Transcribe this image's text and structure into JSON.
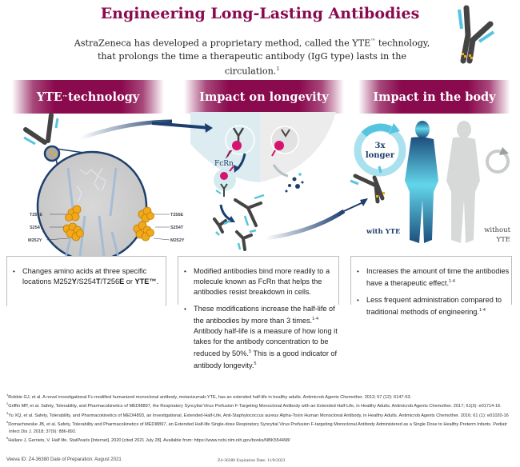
{
  "header": {
    "title": "Engineering Long-Lasting Antibodies",
    "subtitle_line1_pre": "AstraZeneca has developed a proprietary method, called the YTE",
    "subtitle_tm": "™",
    "subtitle_line1_post": " technology,",
    "subtitle_line2": "that prolongs the time a therapeutic antibody (IgG type) lasts in the circulation.",
    "subtitle_ref": "1"
  },
  "sections": [
    {
      "title": "YTE",
      "title_tm": "™",
      "title_post": " technology"
    },
    {
      "title": "Impact on longevity"
    },
    {
      "title": "Impact in the body"
    }
  ],
  "illustration": {
    "mutations": [
      "T256E",
      "S254T",
      "M252Y"
    ],
    "fcrn_label": "FcRn",
    "longer_line1": "3x",
    "longer_line2": "longer",
    "with_label": "with YTE",
    "without_label_line1": "without",
    "without_label_line2": "YTE"
  },
  "colors": {
    "brand_magenta": "#8a0a4e",
    "navy": "#1d3f6e",
    "cyan": "#4fc3dc",
    "gold": "#f0a818",
    "grey_figure": "#d7d9d9",
    "fcrn_pink": "#d6136e"
  },
  "panels": [
    {
      "bullets": [
        {
          "text": "Changes amino acids at three specific locations M252",
          "b1": "Y",
          "t2": "/S254",
          "b2": "T",
          "t3": "/T256",
          "b3": "E",
          "t4": " or ",
          "b4": "YTE™",
          "t5": "."
        }
      ]
    },
    {
      "bullets": [
        {
          "text": "Modified antibodies bind more readily to a molecule known as FcRn that helps the antibodies resist breakdown in cells."
        },
        {
          "text": "These modifications increase the half-life of the antibodies by more than 3 times.",
          "ref1": "1-4",
          "text2": " Antibody half-life is a measure of how long it takes for the antibody concentration to be reduced by 50%.",
          "ref2": "5",
          "text3": " This is a good indicator of antibody longevity.",
          "ref3": "5"
        }
      ]
    },
    {
      "bullets": [
        {
          "text": "Increases the amount of time the antibodies have a therapeutic effect.",
          "ref": "1-4"
        },
        {
          "text": "Less frequent administration compared to traditional methods of engineering.",
          "ref": "1-4"
        }
      ]
    }
  ],
  "references": [
    {
      "num": "1",
      "text": "Robbie GJ, et al. A novel investigational Fc-modified humanized monoclonal antibody, motavizumab-YTE, has an extended half-life in healthy adults. Antimicrob Agents Chemother. 2013; 57 (12): 6147-53."
    },
    {
      "num": "2",
      "text": "Griffin MP, et al. Safety, Tolerability, and Pharmacokinetics of MEDI8897, the Respiratory Syncytial Virus Prefusion F-Targeting Monoclonal Antibody with an Extended Half-Life, in Healthy Adults. Antimicrob Agents Chemother. 2017; 61(3): e01714-16."
    },
    {
      "num": "3",
      "text": "Yu XQ, et al. Safety, Tolerability, and Pharmacokinetics of MEDI4893, an Investigational, Extended-Half-Life, Anti-Staphylococcus aureus Alpha-Toxin Human Monoclonal Antibody, in Healthy Adults. Antimicrob Agents Chemother. 2016; 61 (1): e01020-16"
    },
    {
      "num": "4",
      "text": "Domachowske JB, et al. Safety, Tolerability and Pharmacokinetics of MEDI8897, an Extended Half-life Single-dose Respiratory Syncytial Virus Prefusion F-targeting Monoclonal Antibody Administered as a Single Dose to Healthy Preterm Infants. Pediatr Infect Dis J. 2018; 37(9): 886-892."
    },
    {
      "num": "5",
      "text": "Hallare J, Gerriets, V. Half life. StatPearls [Internet]. 2020 [cited 2021 July 28]. Available from: https://www.ncbi.nlm.nih.gov/books/NBK554498/"
    }
  ],
  "footer": {
    "veeva": "Veeva ID: Z4-36380 Date of Preparation: August 2021",
    "expiry": "Z4-36380   Expiration Date: 11/8/2023"
  }
}
